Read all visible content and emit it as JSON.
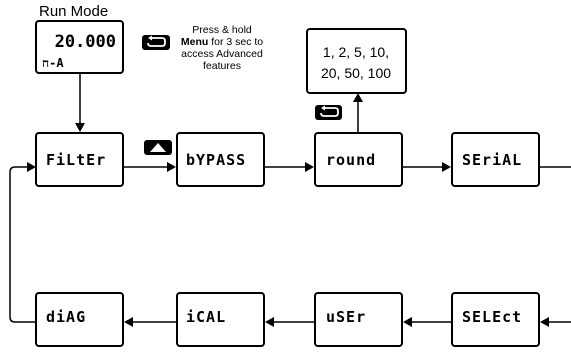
{
  "run_mode": {
    "title": "Run Mode",
    "display_top": "20.000",
    "display_bottom": "ח-A"
  },
  "menu_note": {
    "line1": "Press & hold",
    "line2_bold": "Menu",
    "line2_rest": " for 3 sec to",
    "line3": "access Advanced",
    "line4": "features"
  },
  "round_options": {
    "line1": "1, 2, 5, 10,",
    "line2": "20, 50, 100"
  },
  "top_row": [
    {
      "label": "FiLtEr"
    },
    {
      "label": "bYPASS"
    },
    {
      "label": "round"
    },
    {
      "label": "SEriAL"
    }
  ],
  "bottom_row": [
    {
      "label": "diAG"
    },
    {
      "label": "iCAL"
    },
    {
      "label": "uSEr"
    },
    {
      "label": "SELEct"
    }
  ],
  "icons": {
    "menu_key": "menu-loop-key-icon",
    "up_key": "up-triangle-key-icon"
  },
  "colors": {
    "line": "#000000",
    "box_fill": "#ffffff",
    "key_fill": "#000000"
  }
}
